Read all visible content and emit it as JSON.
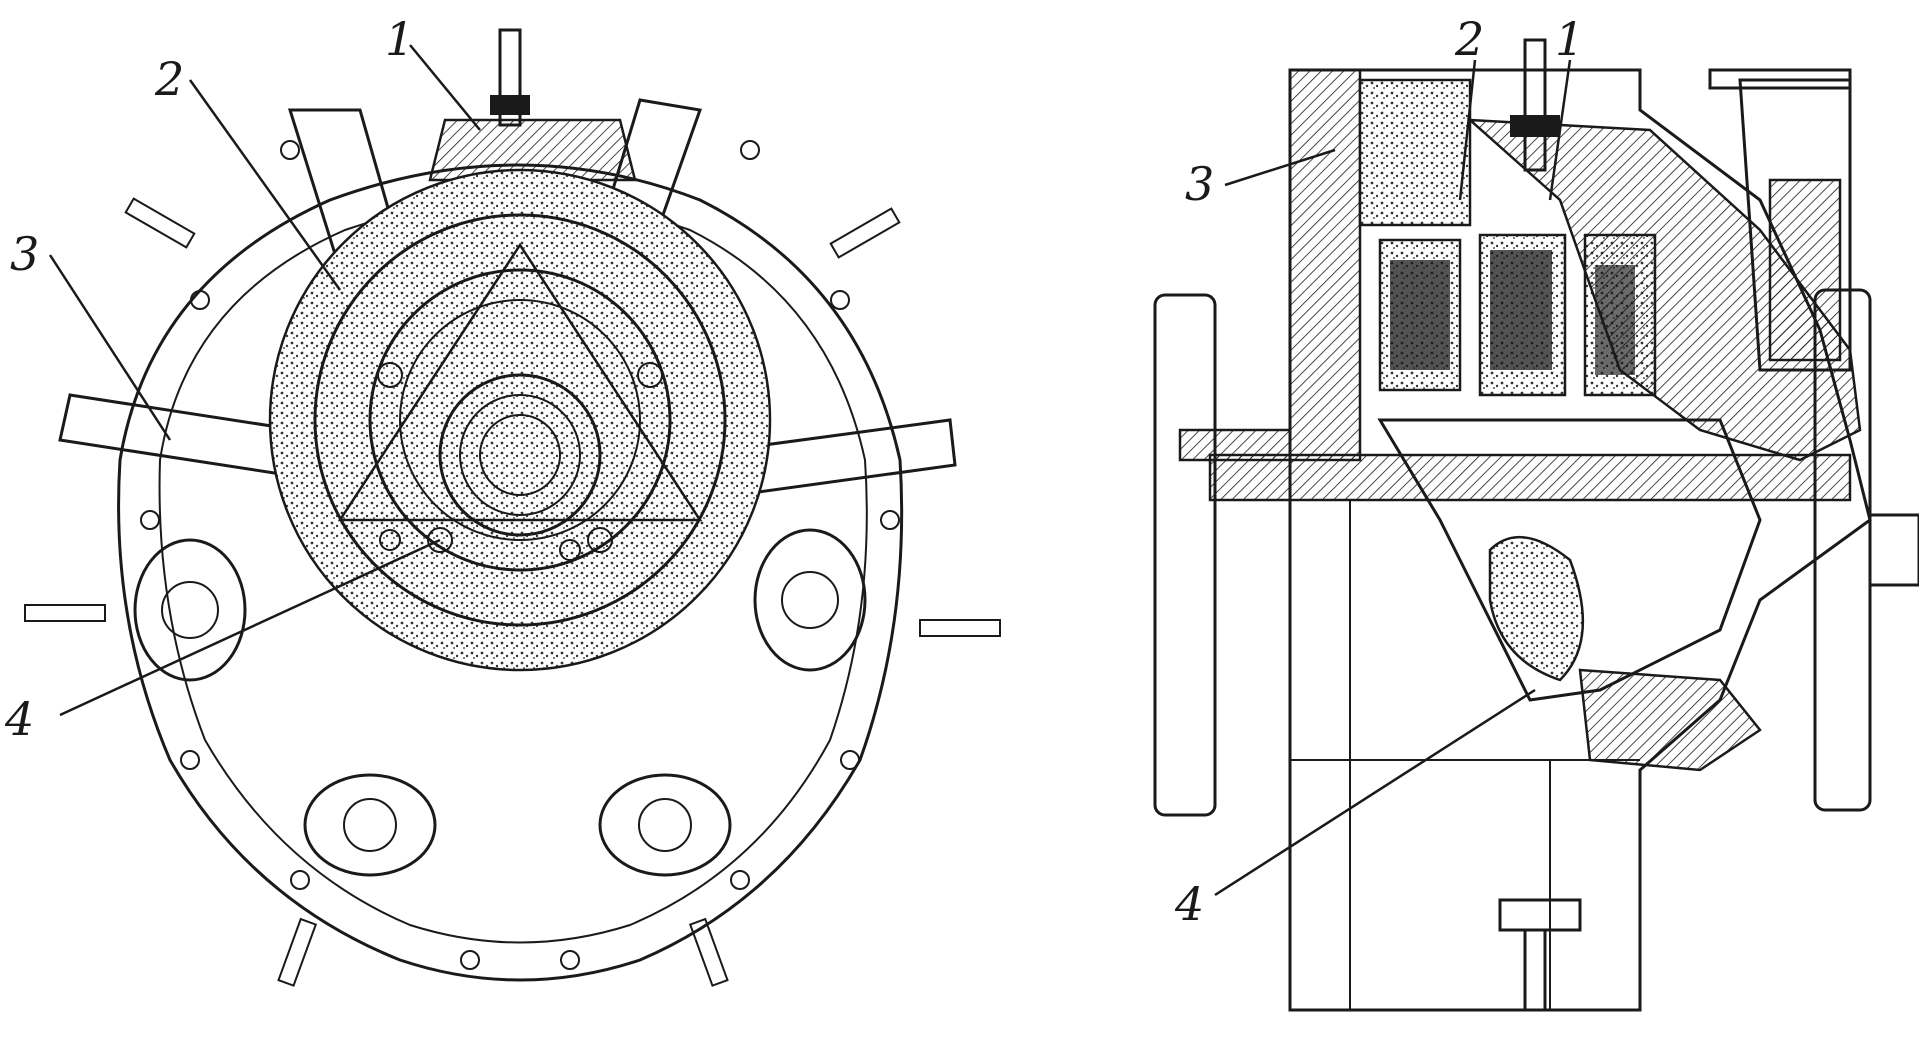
{
  "front_view": {
    "labels": [
      "1",
      "2",
      "3",
      "4"
    ]
  },
  "side_view": {
    "labels": [
      "2",
      "1",
      "3",
      "4"
    ]
  }
}
